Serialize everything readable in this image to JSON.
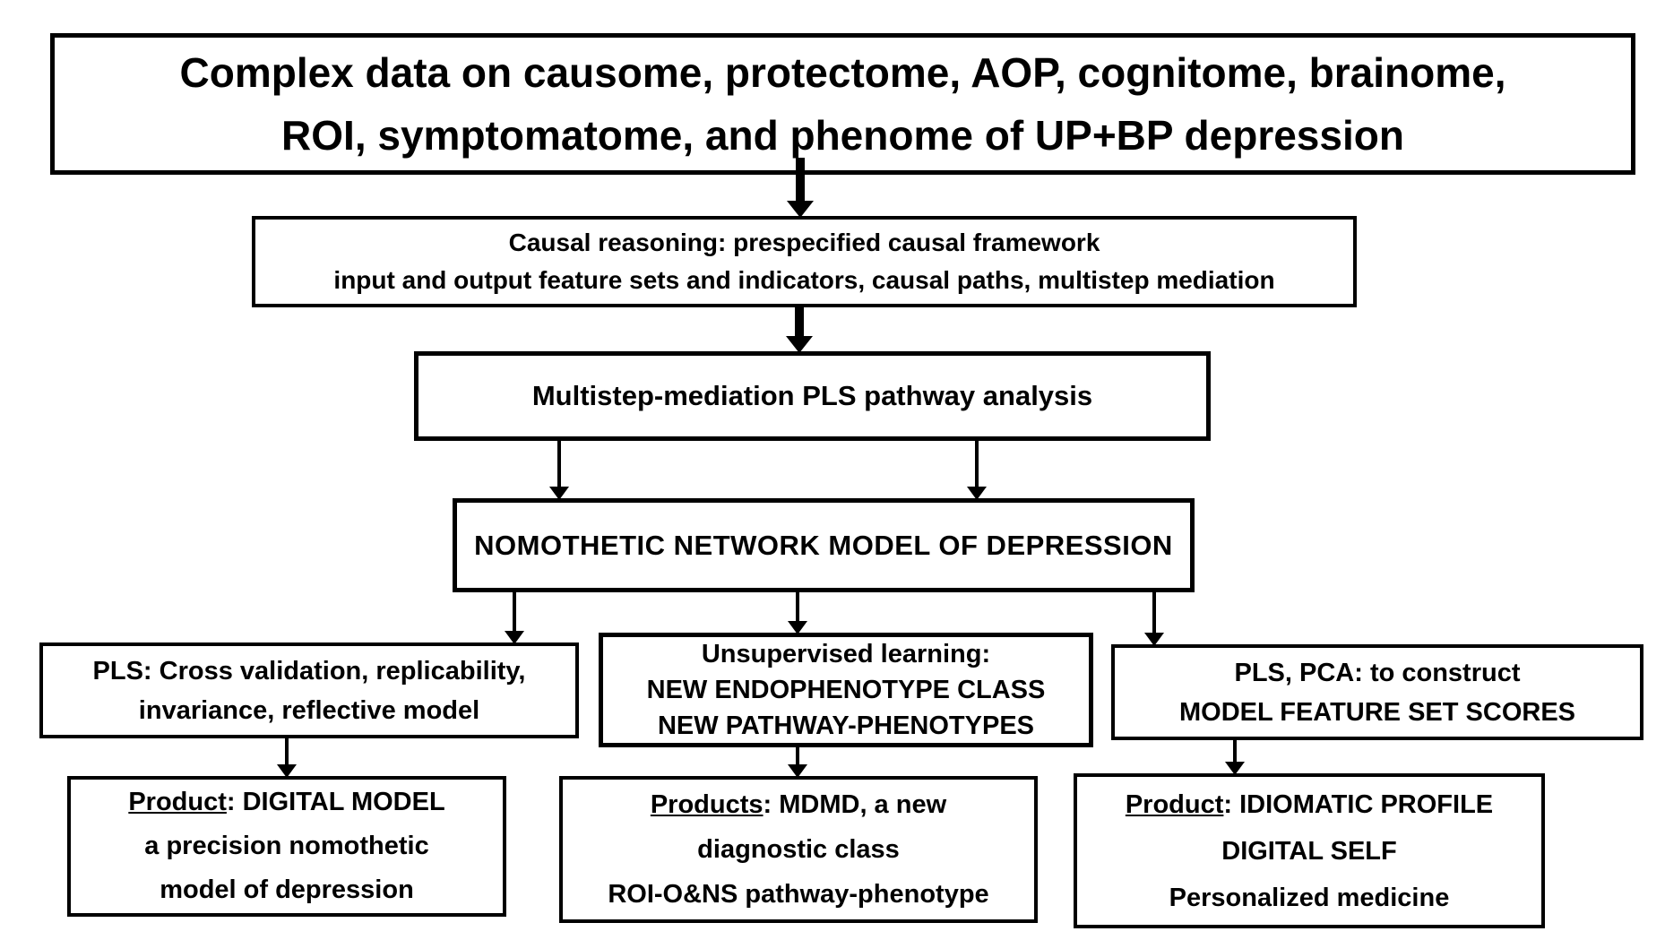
{
  "colors": {
    "background": "#ffffff",
    "border": "#000000",
    "text": "#000000"
  },
  "flowchart": {
    "top": {
      "lines": [
        "Complex data on causome, protectome, AOP, cognitome, brainome,",
        "ROI, symptomatome, and phenome of UP+BP depression"
      ]
    },
    "causal": {
      "lines": [
        "Causal reasoning: prespecified causal framework",
        "input and output feature sets and indicators, causal paths, multistep mediation"
      ]
    },
    "pls_pathway": {
      "label": "Multistep-mediation PLS pathway analysis"
    },
    "nomothetic": {
      "label": "NOMOTHETIC NETWORK MODEL OF DEPRESSION"
    },
    "validation": {
      "lines": [
        "PLS: Cross validation, replicability,",
        "invariance, reflective model"
      ]
    },
    "unsupervised": {
      "lines": [
        "Unsupervised learning:",
        "NEW ENDOPHENOTYPE CLASS",
        "NEW PATHWAY-PHENOTYPES"
      ]
    },
    "scores": {
      "lines": [
        "PLS, PCA: to construct",
        "MODEL FEATURE SET SCORES"
      ]
    },
    "product_digital_model": {
      "underlined": "Product",
      "after_underlined": ": DIGITAL MODEL",
      "lines": [
        "a precision nomothetic",
        "model of depression"
      ]
    },
    "product_mdmd": {
      "underlined": "Products",
      "after_underlined": ": MDMD, a new",
      "lines": [
        "diagnostic class",
        "ROI-O&NS pathway-phenotype"
      ]
    },
    "product_idiomatic": {
      "underlined": "Product",
      "after_underlined": ": IDIOMATIC PROFILE",
      "lines": [
        "DIGITAL SELF",
        "Personalized medicine"
      ]
    }
  }
}
